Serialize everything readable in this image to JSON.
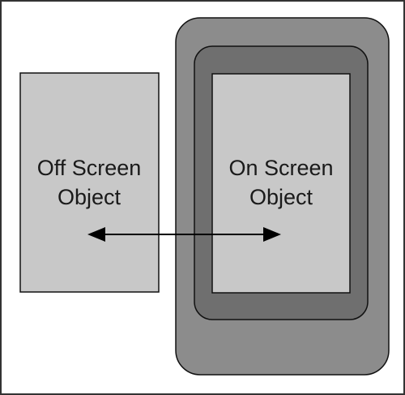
{
  "diagram": {
    "off_screen_object": {
      "line1": "Off Screen",
      "line2": "Object"
    },
    "on_screen_object": {
      "line1": "On Screen",
      "line2": "Object"
    }
  },
  "colors": {
    "background": "#ffffff",
    "frame_border": "#333333",
    "device_outer": "#8c8c8c",
    "device_bezel": "#6f6f6f",
    "screen_fill": "#c8c8c8",
    "off_screen_fill": "#c8c8c8",
    "stroke": "#111111",
    "arrow": "#000000"
  }
}
